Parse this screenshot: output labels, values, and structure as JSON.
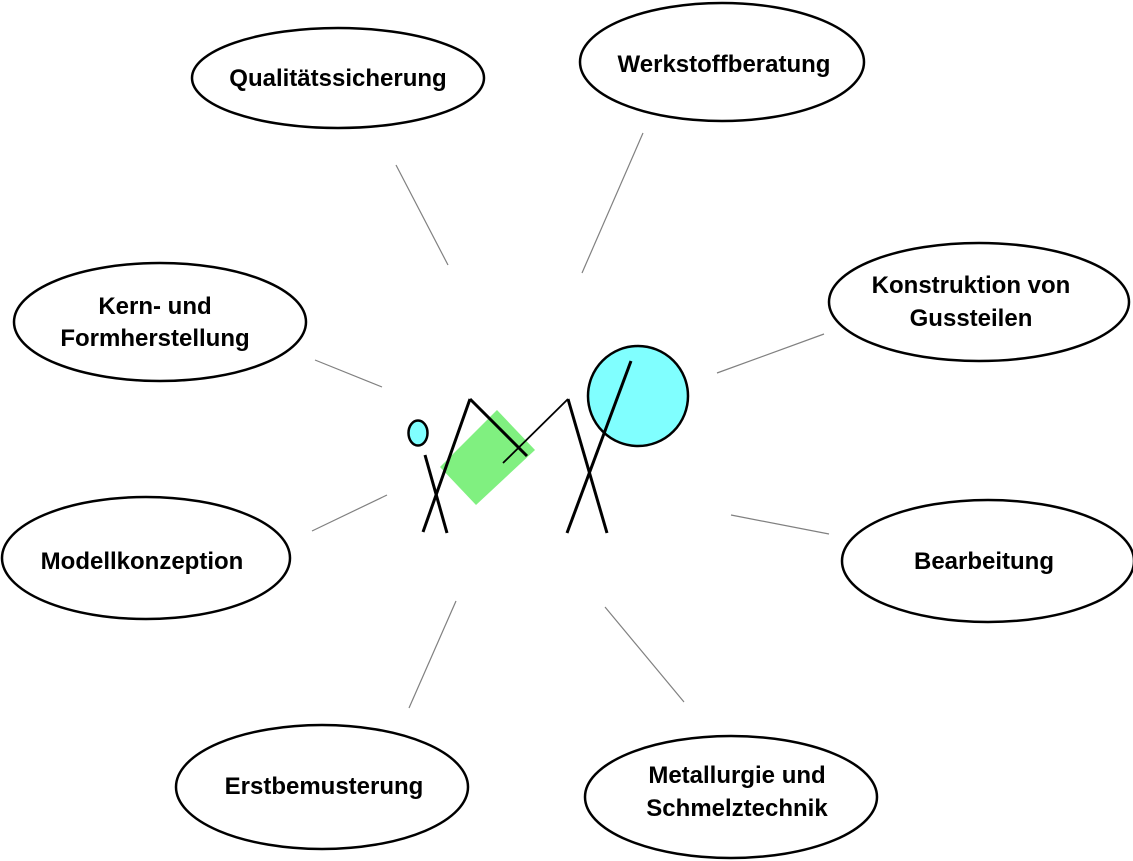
{
  "diagram": {
    "title": "",
    "center_figure": "two stick figures holding a casting between them",
    "colors": {
      "outline": "#000000",
      "connector": "#808080",
      "head_fill": "#80ffff",
      "workpiece_fill": "#80f080",
      "background": "#ffffff"
    },
    "nodes": [
      {
        "id": "qualitaetssicherung",
        "lines": [
          "Qualitätssicherung"
        ]
      },
      {
        "id": "werkstoffberatung",
        "lines": [
          "Werkstoffberatung"
        ]
      },
      {
        "id": "konstruktion",
        "lines": [
          "Konstruktion von",
          "Gussteilen"
        ]
      },
      {
        "id": "kern-formherstellung",
        "lines": [
          "Kern- und",
          "Formherstellung"
        ]
      },
      {
        "id": "modellkonzeption",
        "lines": [
          "Modellkonzeption"
        ]
      },
      {
        "id": "bearbeitung",
        "lines": [
          "Bearbeitung"
        ]
      },
      {
        "id": "erstbemusterung",
        "lines": [
          "Erstbemusterung"
        ]
      },
      {
        "id": "metallurgie",
        "lines": [
          "Metallurgie und",
          "Schmelztechnik"
        ]
      }
    ],
    "edges": [
      {
        "from": "center",
        "to": "qualitaetssicherung"
      },
      {
        "from": "center",
        "to": "werkstoffberatung"
      },
      {
        "from": "center",
        "to": "konstruktion"
      },
      {
        "from": "center",
        "to": "kern-formherstellung"
      },
      {
        "from": "center",
        "to": "modellkonzeption"
      },
      {
        "from": "center",
        "to": "bearbeitung"
      },
      {
        "from": "center",
        "to": "erstbemusterung"
      },
      {
        "from": "center",
        "to": "metallurgie"
      }
    ]
  }
}
